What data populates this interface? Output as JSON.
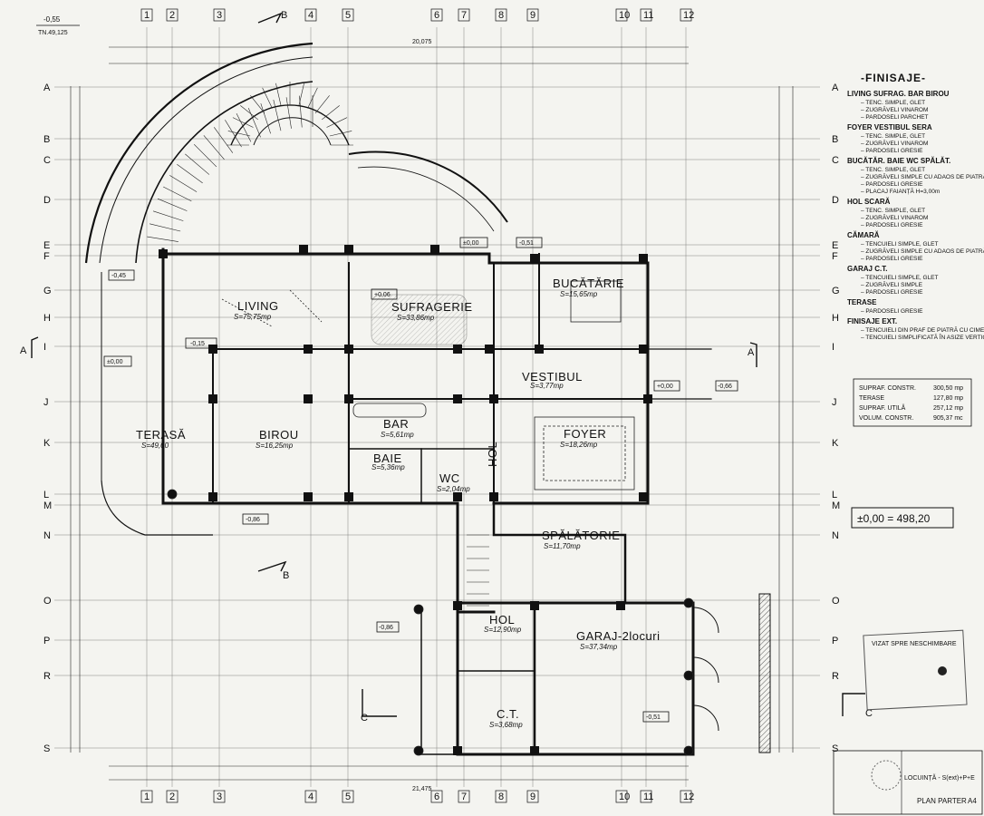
{
  "corner": {
    "level": "-0,55",
    "tn": "TN.49,125"
  },
  "datum": "±0,00 = 498,20",
  "axes_columns": [
    "1",
    "2",
    "3",
    "4",
    "5",
    "6",
    "7",
    "8",
    "9",
    "10",
    "11",
    "12"
  ],
  "axes_rows": [
    "A",
    "B",
    "C",
    "D",
    "E",
    "F",
    "G",
    "H",
    "I",
    "J",
    "K",
    "L",
    "M",
    "N",
    "O",
    "P",
    "R",
    "S"
  ],
  "section_marks": [
    "A",
    "B",
    "C"
  ],
  "overall_dims": {
    "top": "20,075",
    "bottom": "21,475"
  },
  "rooms": [
    {
      "id": "living",
      "name": "LIVING",
      "area": "S=75,75mp"
    },
    {
      "id": "sufragerie",
      "name": "SUFRAGERIE",
      "area": "S=33,86mp"
    },
    {
      "id": "bucatarie",
      "name": "BUCĂTĂRIE",
      "area": "S=15,65mp"
    },
    {
      "id": "vestibul",
      "name": "VESTIBUL",
      "area": "S=3,77mp"
    },
    {
      "id": "foyer",
      "name": "FOYER",
      "area": "S=18,26mp"
    },
    {
      "id": "bar",
      "name": "BAR",
      "area": "S=5,61mp"
    },
    {
      "id": "birou",
      "name": "BIROU",
      "area": "S=16,25mp"
    },
    {
      "id": "terasa",
      "name": "TERASĂ",
      "area": "S=49,00"
    },
    {
      "id": "baie",
      "name": "BAIE",
      "area": "S=5,36mp"
    },
    {
      "id": "wc",
      "name": "WC",
      "area": "S=2,04mp"
    },
    {
      "id": "hol1",
      "name": "HOL",
      "area": ""
    },
    {
      "id": "spalatorie",
      "name": "SPĂLĂTORIE",
      "area": "S=11,70mp"
    },
    {
      "id": "hol2",
      "name": "HOL",
      "area": "S=12,90mp"
    },
    {
      "id": "garaj",
      "name": "GARAJ-2locuri",
      "area": "S=37,34mp"
    },
    {
      "id": "ct",
      "name": "C.T.",
      "area": "S=3,68mp"
    }
  ],
  "levels": [
    "-0,45",
    "+0,06",
    "-0,15",
    "±0,00",
    "+0,00",
    "-0,86",
    "-0,86",
    "-0,51",
    "-0,51",
    "-0,66",
    "±0,00"
  ],
  "finisaje": {
    "title": "-FINISAJE-",
    "sections": [
      {
        "rooms": "LIVING SUFRAG. BAR BIROU",
        "items": [
          "TENC. SIMPLE, GLET",
          "ZUGRĂVELI VINAROM",
          "PARDOSELI PARCHET"
        ]
      },
      {
        "rooms": "FOYER VESTIBUL SERA",
        "items": [
          "TENC. SIMPLE, GLET",
          "ZUGRĂVELI VINAROM",
          "PARDOSELI GRESIE"
        ]
      },
      {
        "rooms": "BUCĂTĂR. BAIE WC SPĂLĂT.",
        "items": [
          "TENC. SIMPLE, GLET",
          "ZUGRĂVELI SIMPLE CU ADAOS DE PIATRĂ VÂNATĂ",
          "PARDOSELI GRESIE",
          "PLACAJ FAIANȚĂ H=3,00m"
        ]
      },
      {
        "rooms": "HOL SCARĂ",
        "items": [
          "TENC. SIMPLE, GLET",
          "ZUGRĂVELI VINAROM",
          "PARDOSELI GRESIE"
        ]
      },
      {
        "rooms": "CĂMARĂ",
        "items": [
          "TENCUIELI SIMPLE, GLET",
          "ZUGRĂVELI SIMPLE CU ADAOS DE PIATRĂ VÂNATĂ",
          "PARDOSELI GRESIE"
        ]
      },
      {
        "rooms": "GARAJ C.T.",
        "items": [
          "TENCUIELI SIMPLE, GLET",
          "ZUGRĂVELI SIMPLE",
          "PARDOSELI GRESIE"
        ]
      },
      {
        "rooms": "TERASE",
        "items": [
          "PARDOSELI GRESIE"
        ]
      },
      {
        "rooms": "FINISAJE EXT.",
        "items": [
          "TENCUIELI DIN PRAF DE PIATRĂ CU CIMENT ALB, DRIȘCUITE, LA PEREȚI",
          "TENCUIELI SIMPLIFICATĂ ÎN ASIZE VERTICALE LA SOCLU"
        ]
      }
    ]
  },
  "stats": [
    {
      "label": "SUPRAF. CONSTR.",
      "value": "300,50 mp"
    },
    {
      "label": "TERASE",
      "value": "127,80 mp"
    },
    {
      "label": "SUPRAF. UTILĂ",
      "value": "257,12 mp"
    },
    {
      "label": "VOLUM. CONSTR.",
      "value": "905,37 mc"
    }
  ],
  "title_block": {
    "title": "PLAN PARTER",
    "sheet": "A4",
    "project": "LOCUINȚĂ - S(ext)+P+E"
  },
  "stamp": "VIZAT SPRE NESCHIMBARE"
}
